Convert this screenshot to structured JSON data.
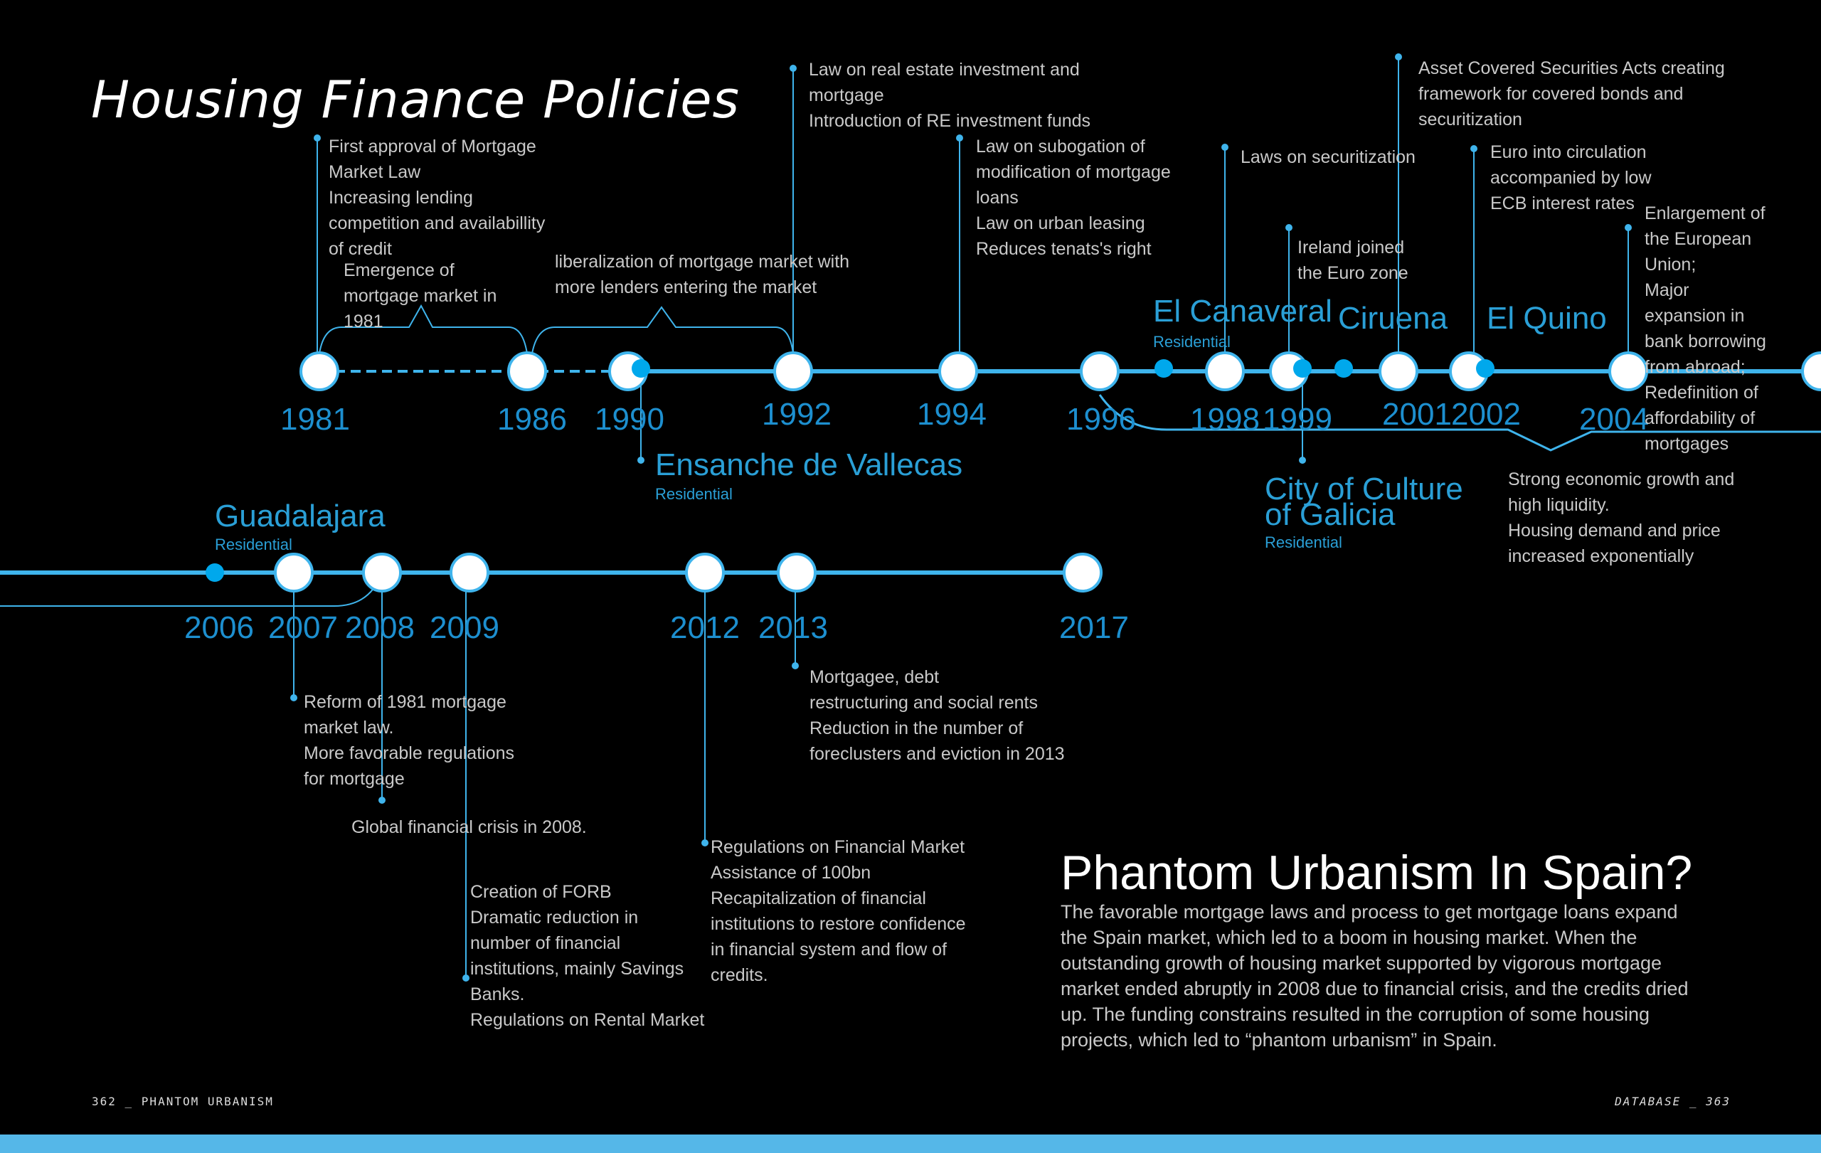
{
  "title": "Housing Finance Policies",
  "years_top": [
    "1981",
    "1986",
    "1990",
    "1992",
    "1994",
    "1996",
    "1998",
    "1999",
    "2001",
    "2002",
    "2004"
  ],
  "years_bottom": [
    "2006",
    "2007",
    "2008",
    "2009",
    "2012",
    "2013",
    "2017"
  ],
  "places": {
    "canaveral": {
      "name": "El Canaveral",
      "type": "Residential"
    },
    "ciruena": {
      "name": "Ciruena"
    },
    "quino": {
      "name": "El Quino"
    },
    "vallecas": {
      "name": "Ensanche de Vallecas",
      "type": "Residential"
    },
    "galicia": {
      "name": "City of Culture\nof Galicia",
      "type": "Residential"
    },
    "guadalajara": {
      "name": "Guadalajara",
      "type": "Residential"
    }
  },
  "notes": {
    "n1981": "First approval of Mortgage\nMarket Law\nIncreasing lending\ncompetition and availabillity\nof credit",
    "emergence": "Emergence of\nmortgage market in\n1981",
    "liberalization": "liberalization of mortgage market with\nmore lenders entering the market",
    "n1992": "Law on real estate investment and\nmortgage\nIntroduction of RE investment funds",
    "n1994": "Law on subogation of\nmodification of mortgage\nloans\nLaw on urban leasing\nReduces tenats's right",
    "n1998": "Laws on securitization",
    "n1999": "Ireland joined\nthe Euro zone",
    "n2001": "Asset Covered Securities Acts creating\nframework for covered bonds and\nsecuritization",
    "n2002": "Euro into circulation\naccompanied by low\nECB interest rates",
    "n2004": "Enlargement of\nthe European\nUnion;\nMajor\nexpansion in\nbank borrowing\nfrom abroad;\nRedefinition of\naffordability of\nmortgages",
    "growth": "Strong economic growth and\nhigh liquidity.\nHousing demand and price\nincreased exponentially",
    "n2007": "Reform of 1981 mortgage\nmarket law.\nMore favorable regulations\nfor mortgage",
    "n2008": "Global financial crisis in 2008.",
    "n2009": "Creation of FORB\nDramatic reduction in\nnumber of financial\ninstitutions, mainly Savings\nBanks.\nRegulations on Rental Market",
    "n2012": "Regulations on Financial Market\nAssistance of 100bn\nRecapitalization of financial\ninstitutions to restore confidence\nin financial system and flow of\ncredits.",
    "n2013": "Mortgagee, debt\nrestructuring and social rents\nReduction in the number of\nforeclusters and eviction in 2013"
  },
  "article": {
    "heading": "Phantom Urbanism In Spain?",
    "body": "The favorable mortgage laws and process to get mortgage loans expand\nthe Spain market, which led to a boom in housing market. When the\noutstanding growth of housing market supported by vigorous mortgage\nmarket ended abruptly in 2008 due to financial crisis, and the credits dried\nup. The funding constrains resulted in the corruption of some housing\nprojects, which led to “phantom urbanism” in Spain."
  },
  "footer": {
    "left": "362 _ PHANTOM URBANISM",
    "right": "DATABASE _ 363"
  },
  "colors": {
    "line": "#3fb4ec",
    "year": "#1d8fcf",
    "band": "#55b7e8"
  }
}
